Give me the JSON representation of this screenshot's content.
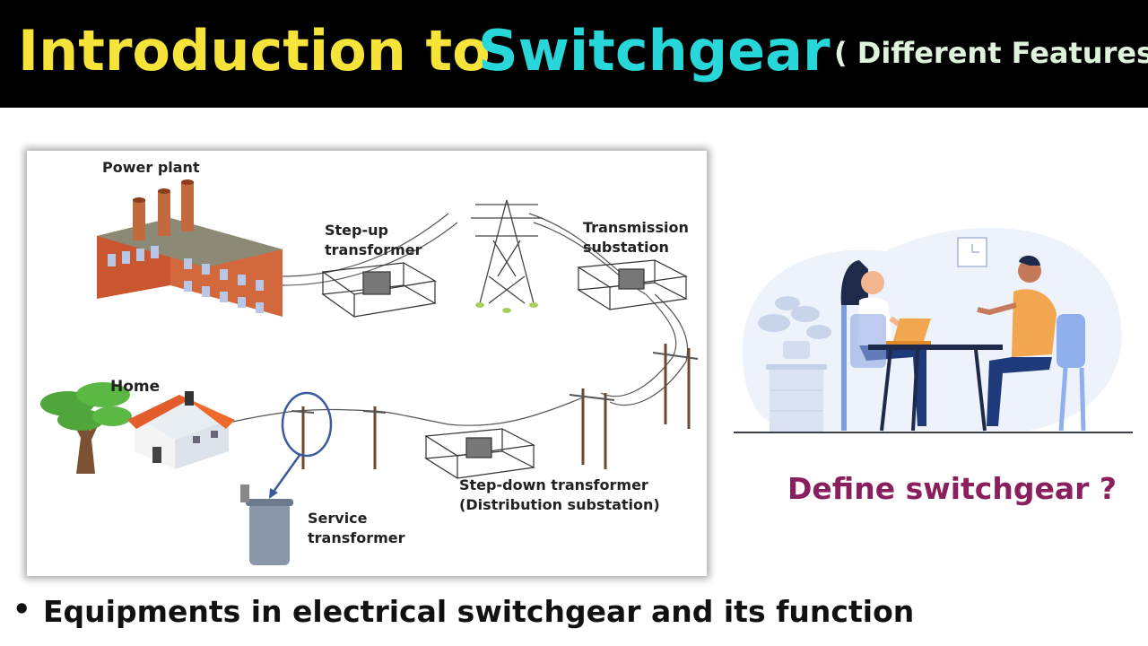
{
  "header": {
    "title_part1": "Introduction to",
    "title_part2": "Switchgear",
    "subtitle": "( Different Features )"
  },
  "diagram": {
    "labels": {
      "power_plant": "Power plant",
      "step_up": "Step-up",
      "step_up_2": "transformer",
      "transmission": "Transmission",
      "transmission_2": "substation",
      "home": "Home",
      "step_down": "Step-down transformer",
      "step_down_2": "(Distribution substation)",
      "service": "Service",
      "service_2": "transformer"
    }
  },
  "question": "Define switchgear  ?",
  "bullet": {
    "marker": "•",
    "text": "Equipments in electrical switchgear and its function"
  },
  "colors": {
    "banner": "#000000",
    "title_yellow": "#f7e43a",
    "title_cyan": "#28d7d9",
    "subtitle": "#dff3dc",
    "question": "#8a1f5e"
  }
}
